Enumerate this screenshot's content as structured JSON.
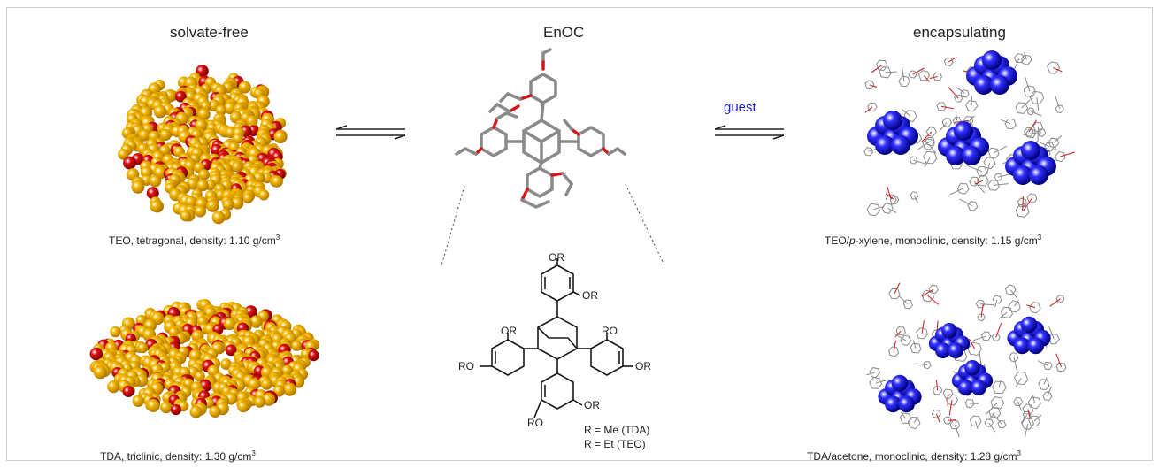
{
  "headers": {
    "left": "solvate-free",
    "center": "EnOC",
    "right": "encapsulating"
  },
  "arrow_label": "guest",
  "captions": {
    "teo_solvate_free": {
      "prefix": "TEO, tetragonal, density: 1.10 g/cm",
      "sup": "3"
    },
    "tda_solvate_free": {
      "prefix": "TDA, triclinic, density: 1.30 g/cm",
      "sup": "3"
    },
    "teo_encapsulating": {
      "pre": "TEO/",
      "italic": "p",
      "post": "-xylene, monoclinic, density: 1.15 g/cm",
      "sup": "3"
    },
    "tda_encapsulating": {
      "prefix": "TDA/acetone, monoclinic, density: 1.28 g/cm",
      "sup": "3"
    }
  },
  "structure_labels": {
    "or": "OR",
    "ro": "RO",
    "r_me": "R = Me (TDA)",
    "r_et": "R = Et (TEO)"
  },
  "colors": {
    "carbon_sphere": "#f5b800",
    "oxygen_sphere": "#e01010",
    "guest_sphere": "#1818d8",
    "stick_carbon": "#8a8a8a",
    "stick_oxygen": "#d01818",
    "guest_label": "#2020d0"
  }
}
